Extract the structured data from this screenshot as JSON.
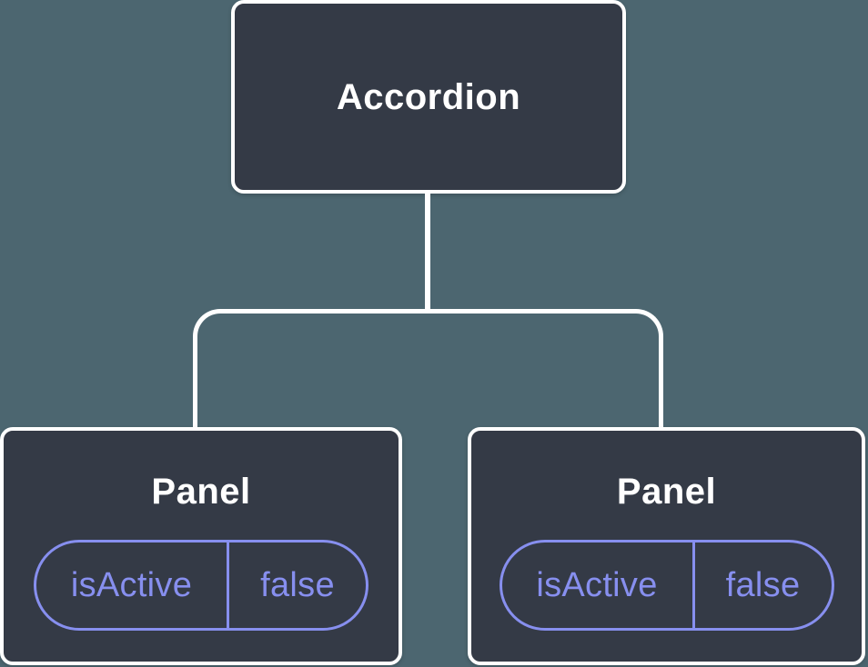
{
  "diagram": {
    "colors": {
      "bg": "#4C6670",
      "node_fill": "#343A46",
      "node_border": "#FFFFFF",
      "accent": "#878FEF",
      "title_text": "#FFFFFF",
      "connector": "#FFFFFF"
    },
    "root": {
      "label": "Accordion"
    },
    "panels": [
      {
        "label": "Panel",
        "prop": {
          "name": "isActive",
          "value": "false"
        }
      },
      {
        "label": "Panel",
        "prop": {
          "name": "isActive",
          "value": "false"
        }
      }
    ]
  }
}
